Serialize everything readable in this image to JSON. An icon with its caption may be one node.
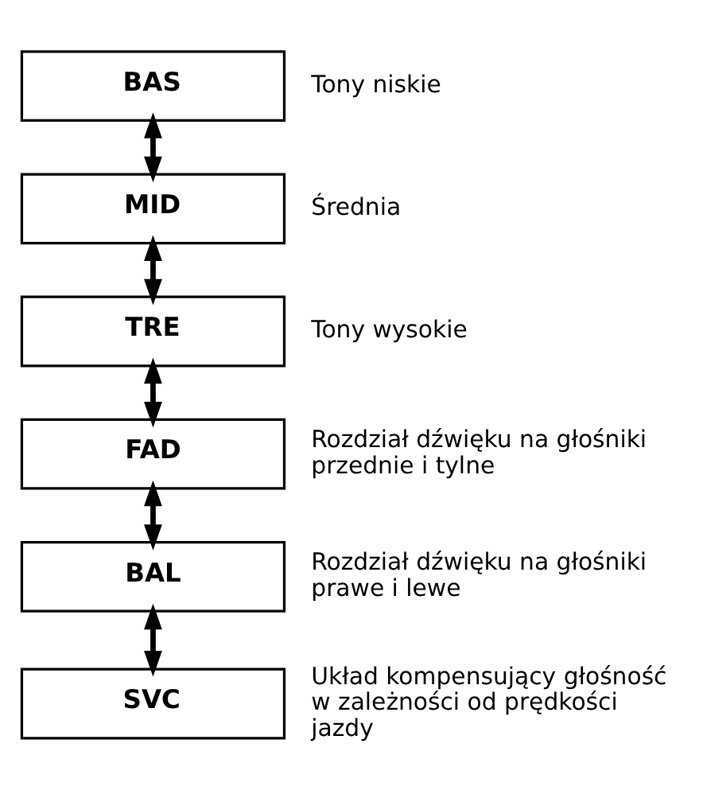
{
  "diagram": {
    "nodes": [
      {
        "text": [
          "BAS"
        ],
        "beside": [
          "Tony niskie"
        ]
      },
      {
        "text": [
          "MID"
        ],
        "beside": [
          "Średnia"
        ]
      },
      {
        "text": [
          "TRE"
        ],
        "beside": [
          "Tony wysokie"
        ]
      },
      {
        "text": [
          "FAD"
        ],
        "beside": [
          "Rozdział dźwięku na głośniki przednie i tylne"
        ]
      },
      {
        "text": [
          "BAL"
        ],
        "beside": [
          "Rozdział dźwięku na głośniki prawe i lewe"
        ]
      },
      {
        "text": [
          "SVC"
        ],
        "beside": [
          "Układ kompensujący głośność w zależności od prędkości jazdy"
        ]
      }
    ],
    "edges": [
      {
        "from": 0,
        "to": 1,
        "arrow": "both"
      },
      {
        "from": 1,
        "to": 2,
        "arrow": "both"
      },
      {
        "from": 2,
        "to": 3,
        "arrow": "both"
      },
      {
        "from": 3,
        "to": 4,
        "arrow": "both"
      },
      {
        "from": 4,
        "to": 5,
        "arrow": "both"
      }
    ]
  }
}
